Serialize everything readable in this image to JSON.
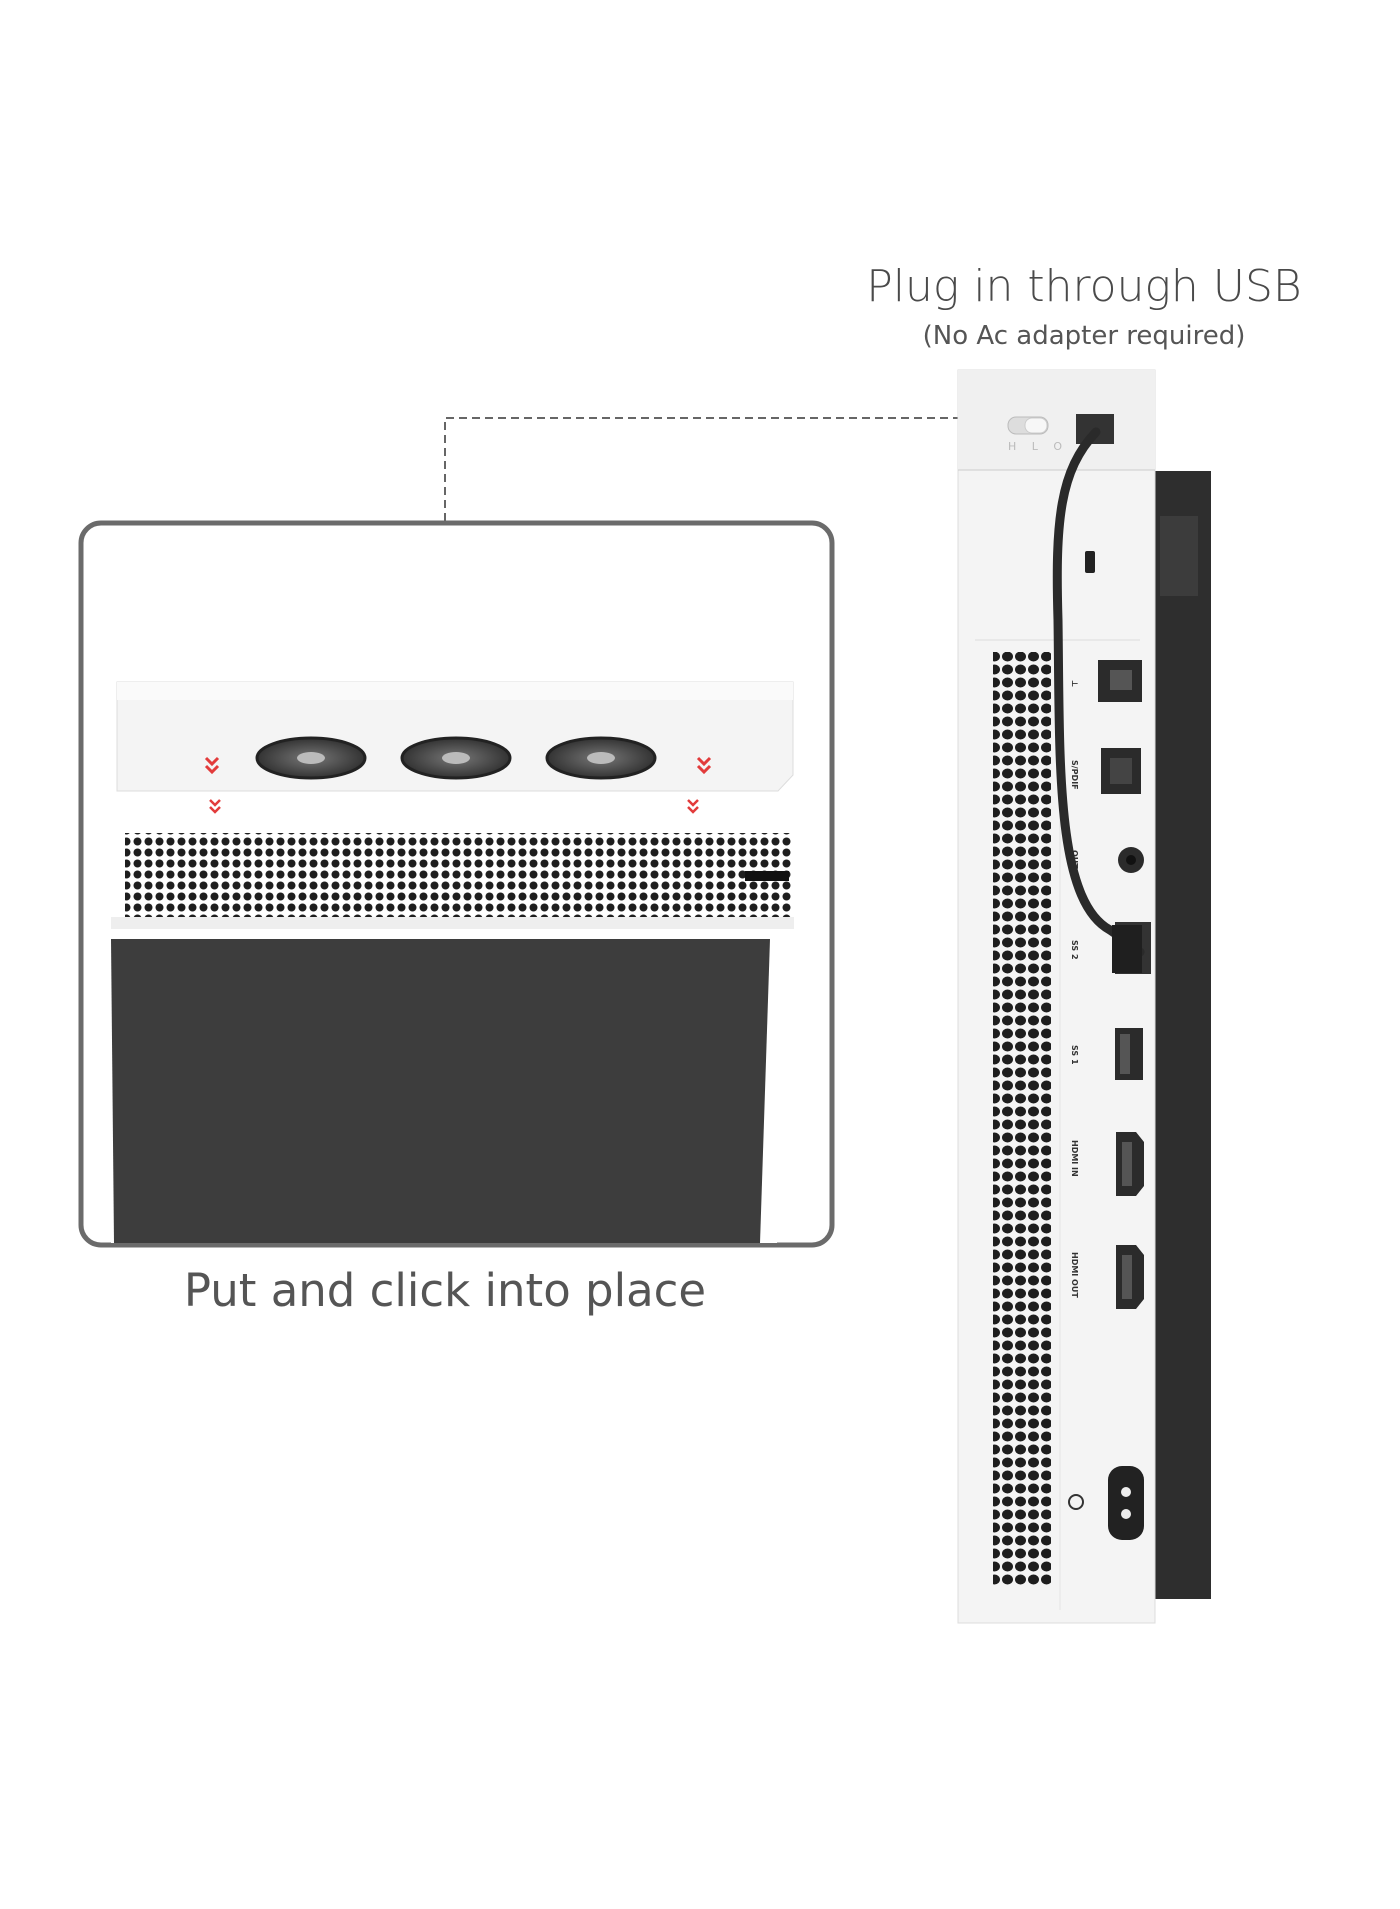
{
  "heading": {
    "title": "Plug in through USB",
    "subtitle": "(No Ac adapter required)"
  },
  "caption": "Put and click into place",
  "switch_labels": "H L O",
  "ports": {
    "spdif": "S/PDIF",
    "ir_out": "OUT",
    "usb2": "SS 2",
    "usb1": "SS 1",
    "hdmi_in": "HDMI IN",
    "hdmi_out": "HDMI OUT"
  },
  "colors": {
    "console_white": "#f2f2f2",
    "console_dark": "#3a3a3a",
    "arrow_red": "#e23b3b",
    "callout_border": "#6b6b6b"
  }
}
